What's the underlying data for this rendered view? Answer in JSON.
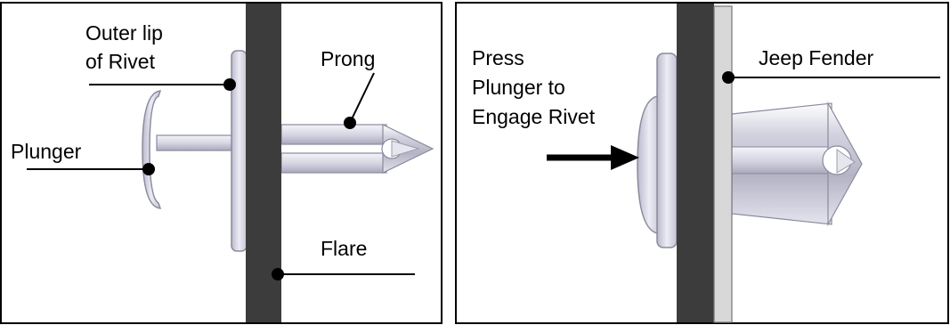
{
  "left_panel": {
    "labels": {
      "outer_lip_line1": "Outer lip",
      "outer_lip_line2": "of Rivet",
      "prong": "Prong",
      "plunger": "Plunger",
      "flare": "Flare"
    }
  },
  "right_panel": {
    "labels": {
      "press_line1": "Press",
      "press_line2": "Plunger to",
      "press_line3": "Engage Rivet",
      "jeep_fender": "Jeep Fender"
    }
  },
  "colors": {
    "panel_border": "#000000",
    "flare": "#3c3c3c",
    "fender": "#d8d8d8",
    "rivet_metal": "#d4d4e2"
  }
}
